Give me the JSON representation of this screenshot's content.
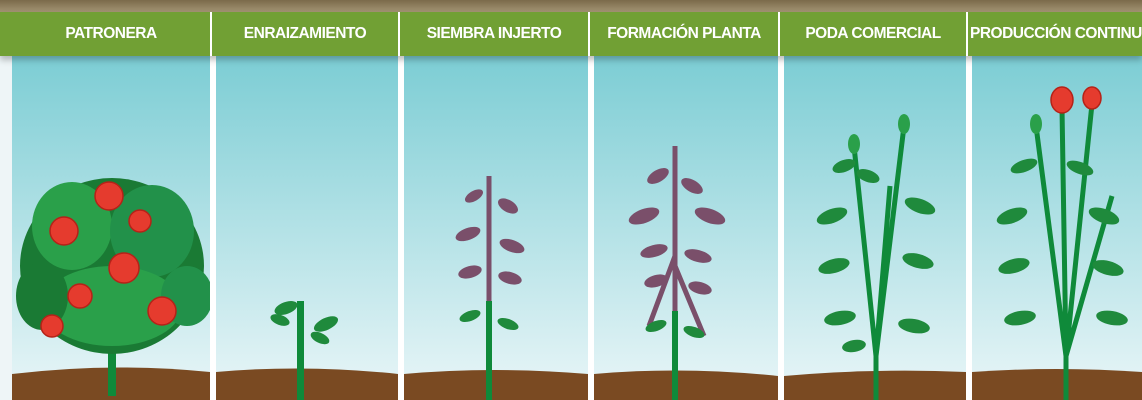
{
  "stages": [
    {
      "label": "PATRONERA",
      "kind": "bush"
    },
    {
      "label": "ENRAIZAMIENTO",
      "kind": "cutting"
    },
    {
      "label": "SIEMBRA INJERTO",
      "kind": "graft"
    },
    {
      "label": "FORMACIÓN PLANTA",
      "kind": "formation"
    },
    {
      "label": "PODA COMERCIAL",
      "kind": "pruned"
    },
    {
      "label": "PRODUCCIÓN CONTINUA",
      "kind": "production"
    }
  ],
  "colors": {
    "header": "#71a034",
    "sky_top": "#7ccdd4",
    "sky_bottom": "#eaf6f8",
    "soil": "#7a4a22",
    "leaf": "#1f8a3c",
    "purple_leaf": "#7a4f6a",
    "stem": "#0f8a3a",
    "rose": "#e53b2e"
  }
}
